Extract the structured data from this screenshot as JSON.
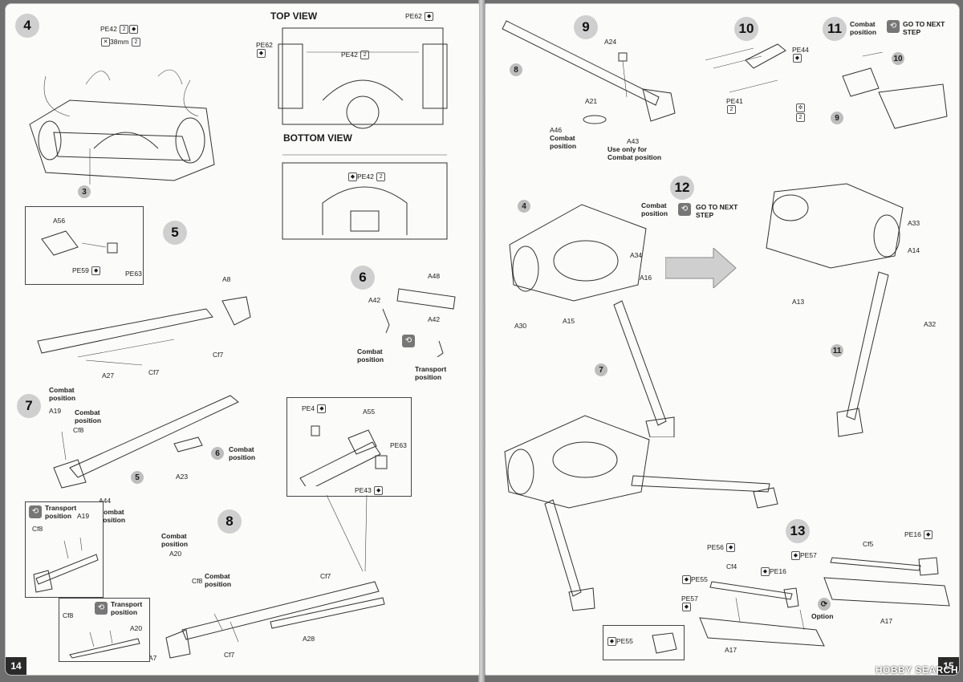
{
  "pages": {
    "left_number": "14",
    "right_number": "15"
  },
  "watermark": "HOBBY SEARCH",
  "views": {
    "top": "TOP VIEW",
    "bottom": "BOTTOM VIEW"
  },
  "steps": {
    "s3": "3",
    "s4": "4",
    "s5": "5",
    "s6": "6",
    "s7": "7",
    "s8": "8",
    "s9": "9",
    "s10": "10",
    "s11": "11",
    "s12": "12",
    "s13": "13"
  },
  "labels": {
    "pe42": "PE42",
    "x2": "2",
    "len38": "38mm",
    "pe62": "PE62",
    "a56": "A56",
    "pe59": "PE59",
    "pe63": "PE63",
    "a8": "A8",
    "a27": "A27",
    "cf7": "Cf7",
    "a48": "A48",
    "a42": "A42",
    "combat": "Combat position",
    "transport": "Transport position",
    "a19": "A19",
    "cf8": "Cf8",
    "a23": "A23",
    "a44": "A44",
    "pe4": "PE4",
    "a55": "A55",
    "pe43": "PE43",
    "a20": "A20",
    "a28": "A28",
    "a7": "A7",
    "a24": "A24",
    "a21": "A21",
    "a46": "A46",
    "a43": "A43",
    "use_only": "Use only for Combat position",
    "pe44": "PE44",
    "pe41": "PE41",
    "goto": "GO TO NEXT STEP",
    "a34": "A34",
    "a16": "A16",
    "a30": "A30",
    "a15": "A15",
    "a33": "A33",
    "a14": "A14",
    "a13": "A13",
    "a32": "A32",
    "pe56": "PE56",
    "pe57": "PE57",
    "cf4": "Cf4",
    "pe55": "PE55",
    "pe16": "PE16",
    "cf5": "Cf5",
    "a17": "A17",
    "option": "Option"
  },
  "icons": [
    "glue-icon",
    "twist-icon",
    "cut-icon",
    "combat-swap-icon",
    "arrow-right-icon"
  ]
}
